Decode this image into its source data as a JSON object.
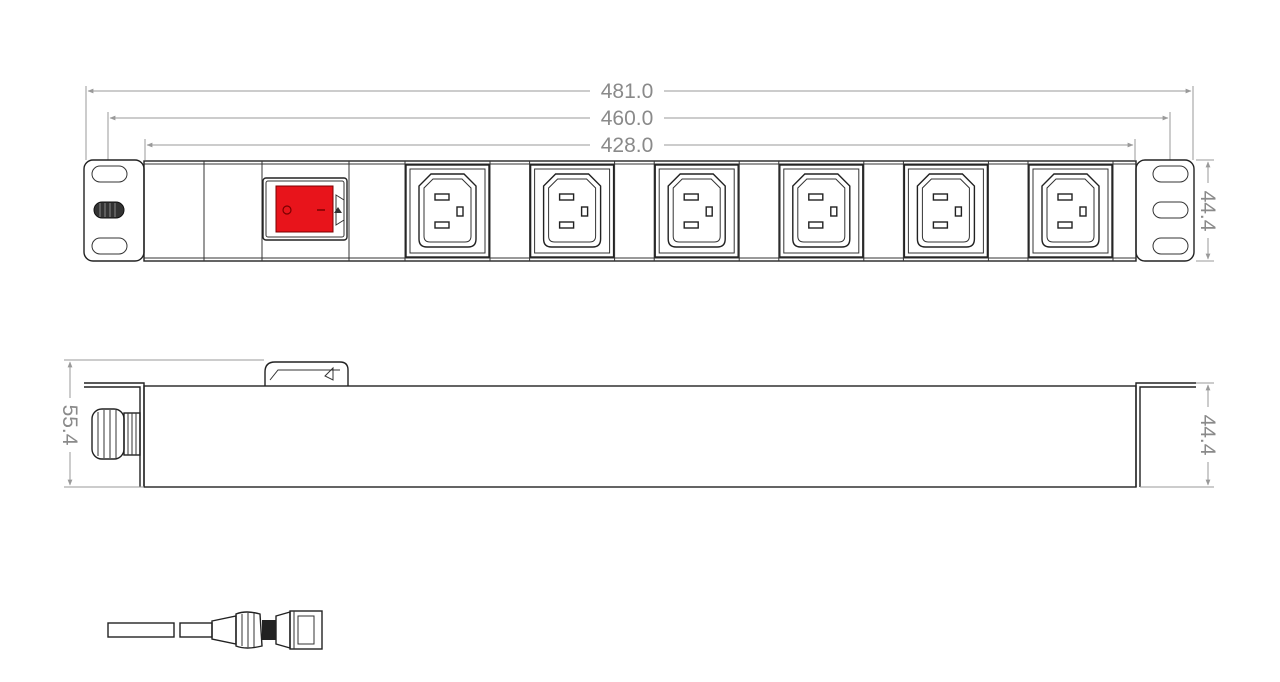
{
  "dimensions": {
    "overall_width": "481.0",
    "mount_spacing": "460.0",
    "body_width": "428.0",
    "front_height": "44.4",
    "side_height": "44.4",
    "side_overall_height": "55.4"
  },
  "switch_color": "#e8141b",
  "outlet_count": 6,
  "icons": [
    "c13-outlet-icon",
    "rocker-switch-icon",
    "cable-gland-icon",
    "power-cord-plug-icon"
  ]
}
